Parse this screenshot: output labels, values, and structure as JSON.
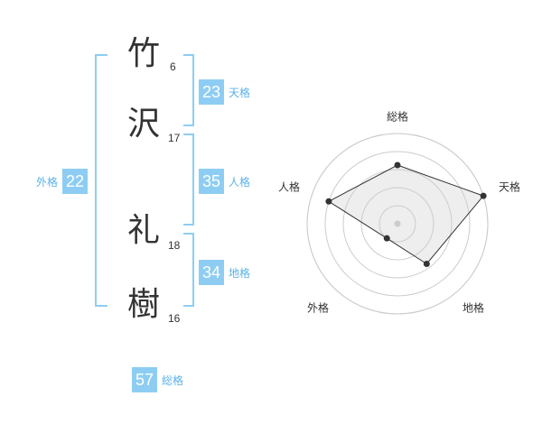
{
  "name": {
    "chars": [
      {
        "kanji": "竹",
        "strokes": "6"
      },
      {
        "kanji": "沢",
        "strokes": "17"
      },
      {
        "kanji": "礼",
        "strokes": "18"
      },
      {
        "kanji": "樹",
        "strokes": "16"
      }
    ]
  },
  "fortune": {
    "tenkaku": {
      "value": "23",
      "label": "天格"
    },
    "jinkaku": {
      "value": "35",
      "label": "人格"
    },
    "chikaku": {
      "value": "34",
      "label": "地格"
    },
    "gaikaku": {
      "value": "22",
      "label": "外格"
    },
    "soukaku": {
      "value": "57",
      "label": "総格"
    }
  },
  "chart_data": {
    "type": "radar",
    "axes": [
      "総格",
      "天格",
      "地格",
      "外格",
      "人格"
    ],
    "values": [
      0.65,
      1.0,
      0.55,
      0.2,
      0.8
    ],
    "rings": 5,
    "colors": {
      "fill": "#eeeeee",
      "line": "#333333",
      "ring": "#cccccc",
      "dot": "#333333"
    }
  }
}
